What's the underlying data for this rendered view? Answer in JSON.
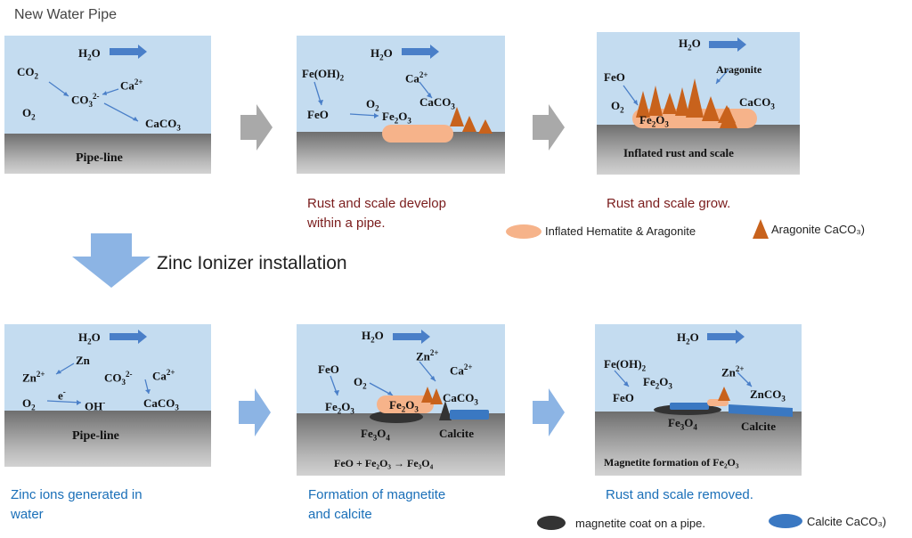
{
  "header": {
    "title": "New Water Pipe"
  },
  "colors": {
    "water": "#c4dcf0",
    "arrow_blue": "#4a7fc8",
    "grey_arrow": "#a9a9a9",
    "light_blue_arrow": "#8cb4e4",
    "hematite": "#f6b38a",
    "aragonite": "#c8621c",
    "magnetite": "#333333",
    "calcite": "#3a78c2"
  },
  "top_row": {
    "panel1": {
      "h2o": [
        "H",
        "2",
        "O"
      ],
      "co2": [
        "CO",
        "2"
      ],
      "co3": [
        "CO",
        "3",
        "2-"
      ],
      "ca": [
        "Ca",
        "2+"
      ],
      "o2": [
        "O",
        "2"
      ],
      "caco3": [
        "CaCO",
        "3"
      ],
      "pipe_label": "Pipe-line"
    },
    "panel2": {
      "h2o": [
        "H",
        "2",
        "O"
      ],
      "feoh2": [
        "Fe(OH)",
        "2"
      ],
      "ca": [
        "Ca",
        "2+"
      ],
      "caco3": [
        "CaCO",
        "3"
      ],
      "feo": "FeO",
      "o2": [
        "O",
        "2"
      ],
      "fe2o3": [
        "Fe",
        "2",
        "O",
        "3"
      ],
      "caption_line1": "Rust and scale develop",
      "caption_line2": "within a pipe."
    },
    "panel3": {
      "h2o": [
        "H",
        "2",
        "O"
      ],
      "feo": "FeO",
      "aragonite": "Aragonite",
      "o2": [
        "O",
        "2"
      ],
      "caco3": [
        "CaCO",
        "3"
      ],
      "fe2o3": [
        "Fe",
        "2",
        "O",
        "3"
      ],
      "pipe_label": "Inflated rust and scale",
      "caption": "Rust and scale grow."
    }
  },
  "legend_top": {
    "hematite_label": "Inflated Hematite & Aragonite",
    "aragonite_label": "Aragonite CaCO₃)"
  },
  "middle": {
    "label": "Zinc Ionizer installation"
  },
  "bottom_row": {
    "panel4": {
      "h2o": [
        "H",
        "2",
        "O"
      ],
      "zn": "Zn",
      "zn2": [
        "Zn",
        "2+"
      ],
      "co3": [
        "CO",
        "3",
        "2-"
      ],
      "ca": [
        "Ca",
        "2+"
      ],
      "e": [
        "e",
        "-"
      ],
      "o2": [
        "O",
        "2"
      ],
      "oh": [
        "OH",
        "-"
      ],
      "caco3": [
        "CaCO",
        "3"
      ],
      "pipe_label": "Pipe-line",
      "caption_line1": "Zinc ions generated in",
      "caption_line2": "water"
    },
    "panel5": {
      "h2o": [
        "H",
        "2",
        "O"
      ],
      "zn2": [
        "Zn",
        "2+"
      ],
      "feo": "FeO",
      "o2": [
        "O",
        "2"
      ],
      "ca": [
        "Ca",
        "2+"
      ],
      "caco3": [
        "CaCO",
        "3"
      ],
      "fe2o3_left": [
        "Fe",
        "2",
        "O",
        "3"
      ],
      "fe2o3_mid": [
        "Fe",
        "2",
        "O",
        "3"
      ],
      "fe3o4": [
        "Fe",
        "3",
        "O",
        "4"
      ],
      "calcite": "Calcite",
      "equation": "FeO + Fe₂O₃ → Fe₃O₄",
      "caption_line1": "Formation of magnetite",
      "caption_line2": "and calcite"
    },
    "panel6": {
      "h2o": [
        "H",
        "2",
        "O"
      ],
      "feoh2": [
        "Fe(OH)",
        "2"
      ],
      "zn2": [
        "Zn",
        "2+"
      ],
      "fe2o3": [
        "Fe",
        "2",
        "O",
        "3"
      ],
      "feo": "FeO",
      "znco3": [
        "ZnCO",
        "3"
      ],
      "fe3o4": [
        "Fe",
        "3",
        "O",
        "4"
      ],
      "calcite": "Calcite",
      "pipe_label": "Magnetite formation of Fe₂O₃",
      "caption": "Rust and scale removed."
    }
  },
  "legend_bottom": {
    "magnetite_label": "magnetite coat on a pipe.",
    "calcite_label": "Calcite CaCO₃)"
  }
}
